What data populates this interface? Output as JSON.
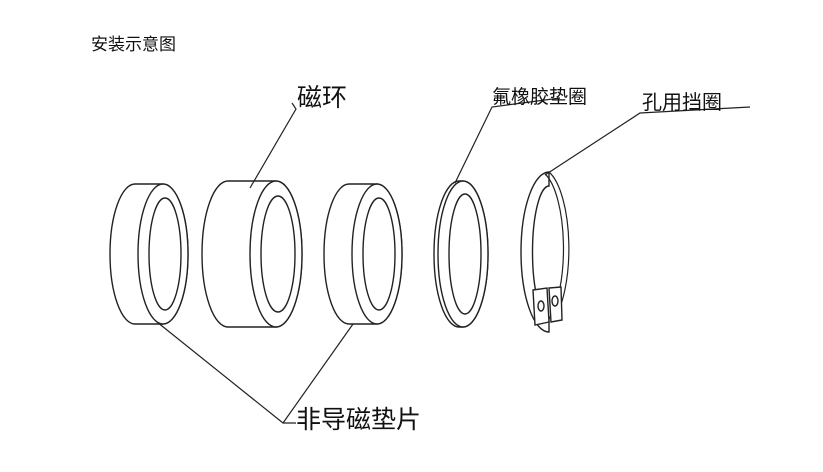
{
  "title": "安装示意图",
  "labels": {
    "magnetic_ring": "磁环",
    "fluoro_gasket": "氟橡胶垫圈",
    "retaining_ring": "孔用挡圈",
    "non_magnetic_spacer": "非导磁垫片"
  },
  "colors": {
    "stroke": "#222222",
    "text": "#111111",
    "background": "#ffffff"
  }
}
